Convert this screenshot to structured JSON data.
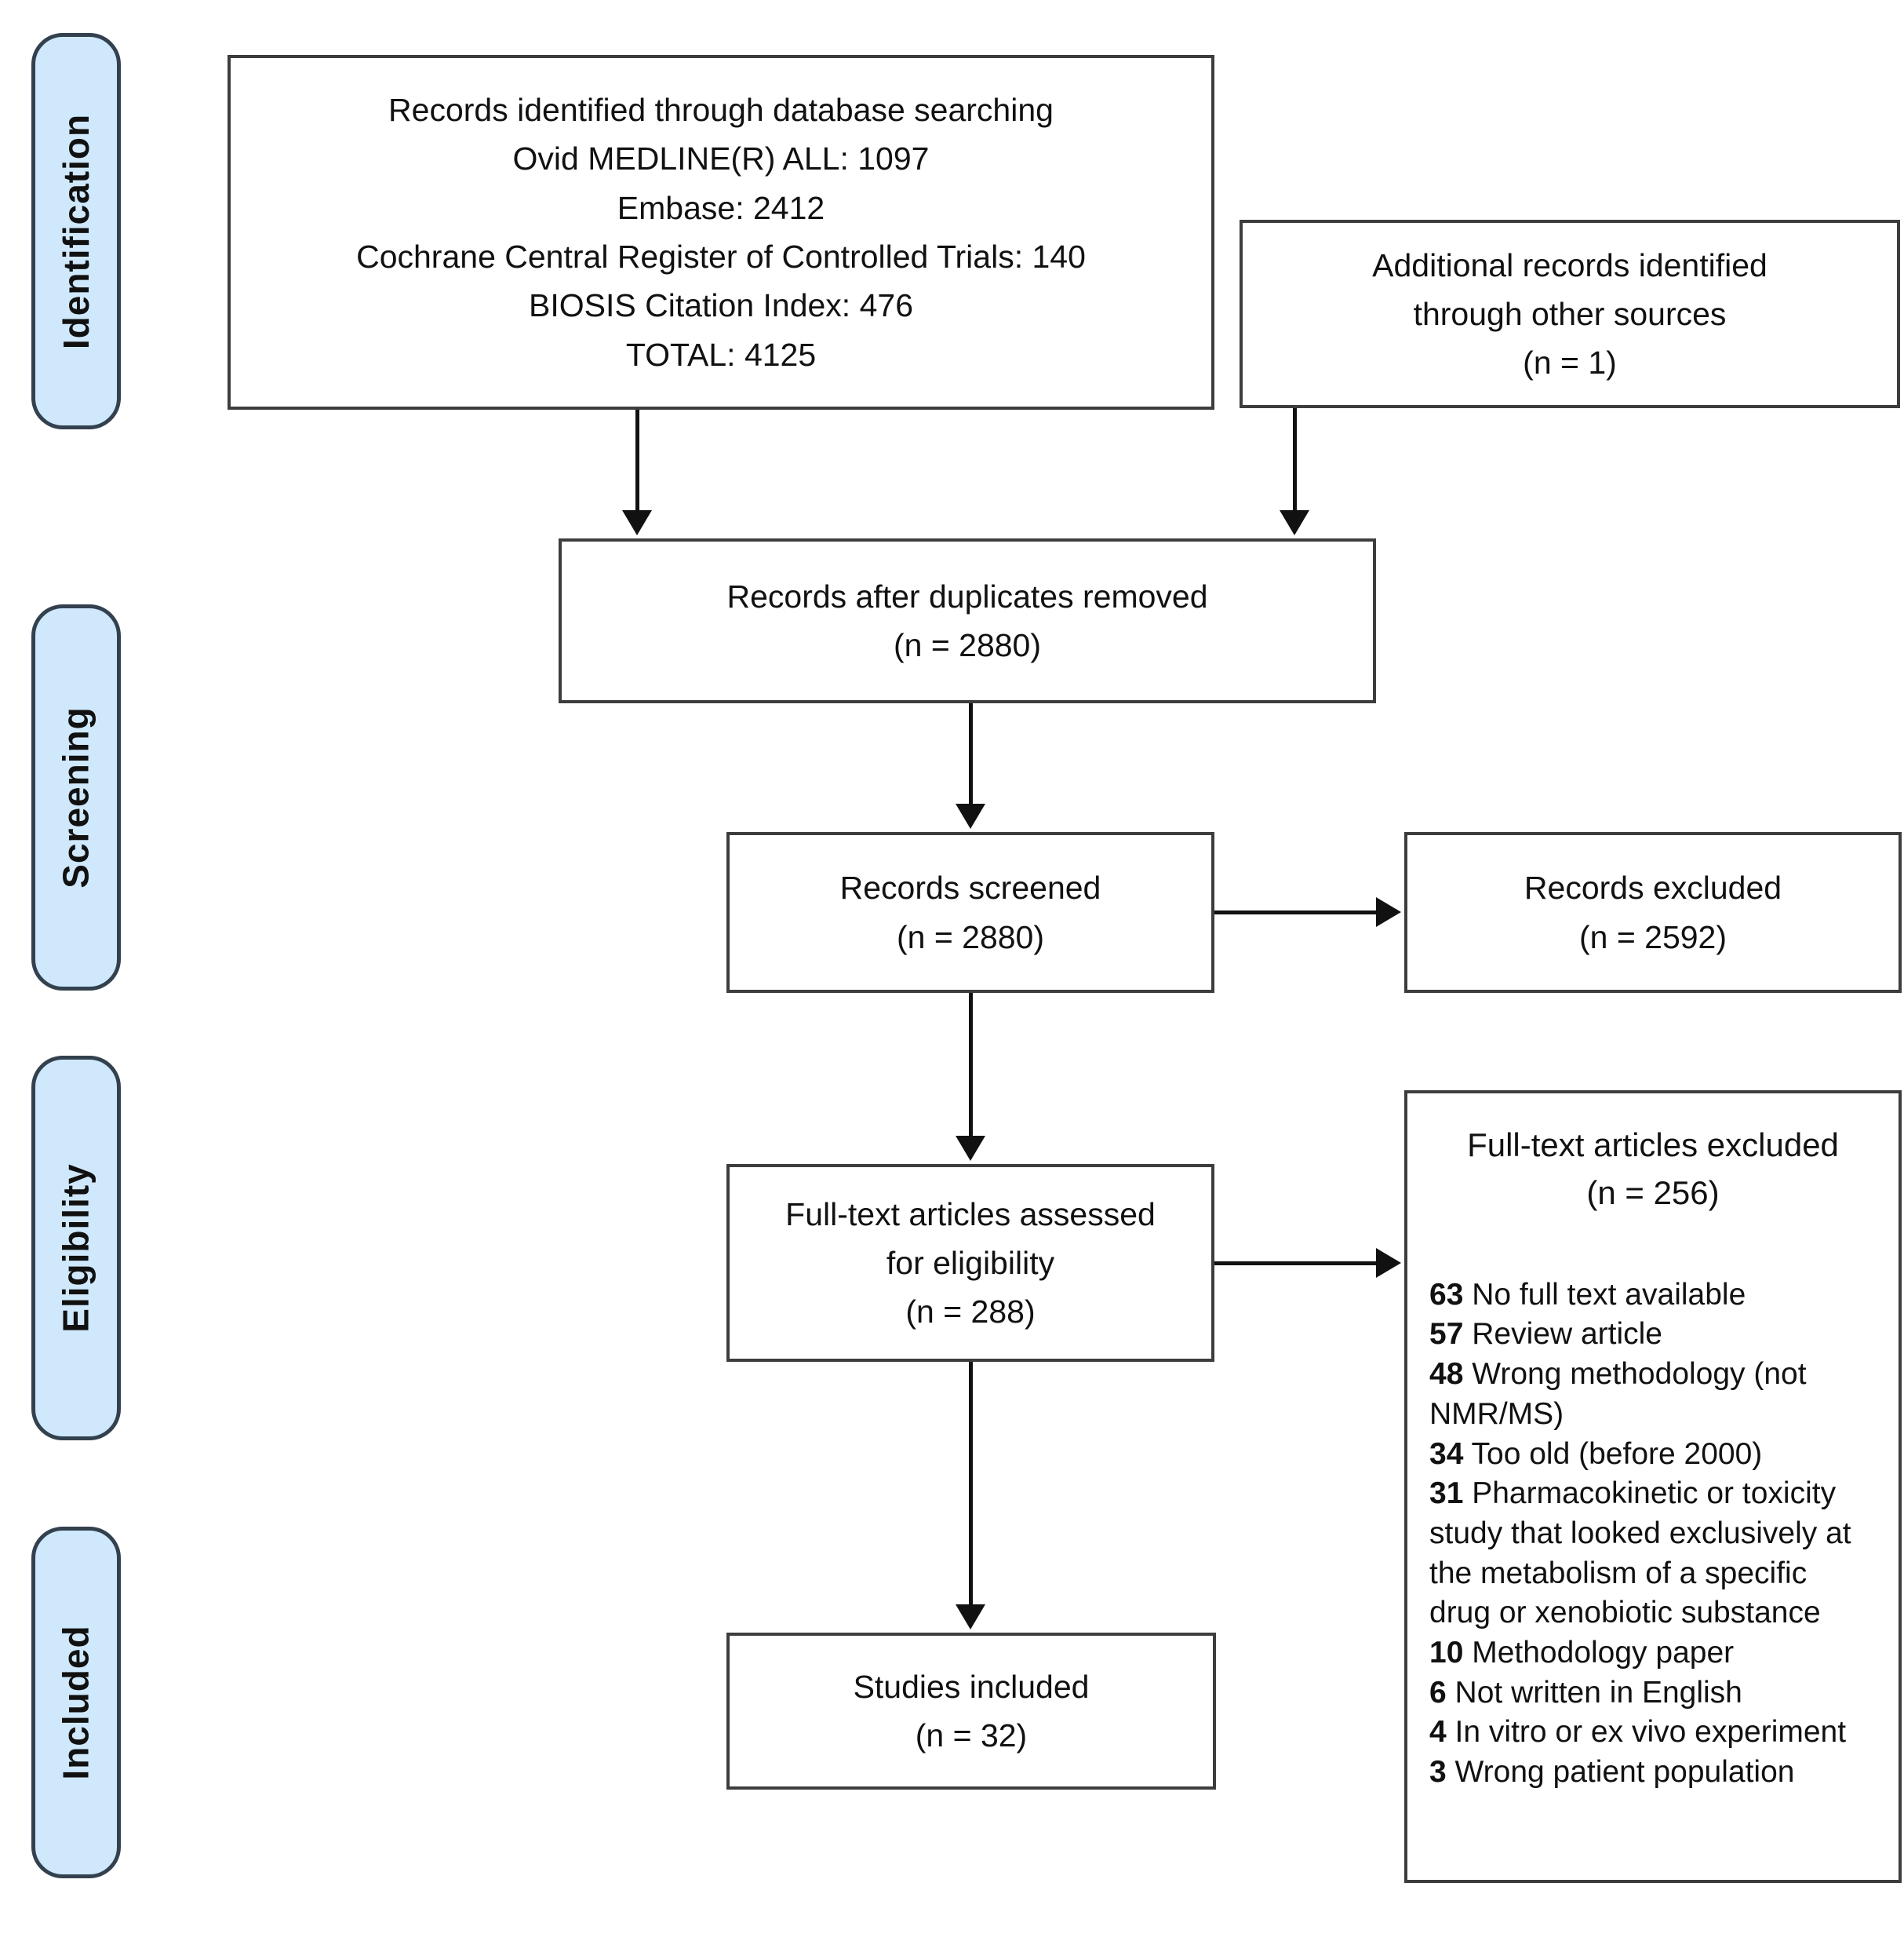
{
  "colors": {
    "stage_fill": "#cfe8fb",
    "stage_border": "#33414f",
    "box_border": "#3d3d3d",
    "arrow": "#111111",
    "text": "#111111",
    "background": "#ffffff"
  },
  "stages": [
    {
      "label": "Identification"
    },
    {
      "label": "Screening"
    },
    {
      "label": "Eligibility"
    },
    {
      "label": "Included"
    }
  ],
  "boxes": {
    "identified": {
      "title": "Records identified through database searching",
      "lines": [
        "Ovid MEDLINE(R) ALL: 1097",
        "Embase: 2412",
        "Cochrane Central Register of Controlled Trials: 140",
        "BIOSIS Citation Index: 476",
        "TOTAL: 4125"
      ]
    },
    "additional": {
      "lines": [
        "Additional records identified",
        "through other sources",
        "(n = 1)"
      ]
    },
    "deduplicated": {
      "lines": [
        "Records after duplicates removed",
        "(n = 2880)"
      ]
    },
    "screened": {
      "lines": [
        "Records screened",
        "(n = 2880)"
      ]
    },
    "records_excluded": {
      "lines": [
        "Records excluded",
        "(n = 2592)"
      ]
    },
    "fulltext_assessed": {
      "lines": [
        "Full-text articles assessed",
        "for eligibility",
        "(n = 288)"
      ]
    },
    "fulltext_excluded": {
      "header": [
        "Full-text articles excluded",
        "(n = 256)"
      ],
      "reasons": [
        {
          "n": "63",
          "text": "No full text available"
        },
        {
          "n": "57",
          "text": "Review article"
        },
        {
          "n": "48",
          "text": "Wrong methodology (not NMR/MS)"
        },
        {
          "n": "34",
          "text": "Too old (before 2000)"
        },
        {
          "n": "31",
          "text": "Pharmacokinetic or toxicity study that looked exclusively at the metabolism of a specific drug or xenobiotic substance"
        },
        {
          "n": "10",
          "text": "Methodology paper"
        },
        {
          "n": "6",
          "text": "Not written in English"
        },
        {
          "n": "4",
          "text": "In vitro or ex vivo experiment"
        },
        {
          "n": "3",
          "text": "Wrong patient population"
        }
      ]
    },
    "included": {
      "lines": [
        "Studies included",
        "(n = 32)"
      ]
    }
  }
}
